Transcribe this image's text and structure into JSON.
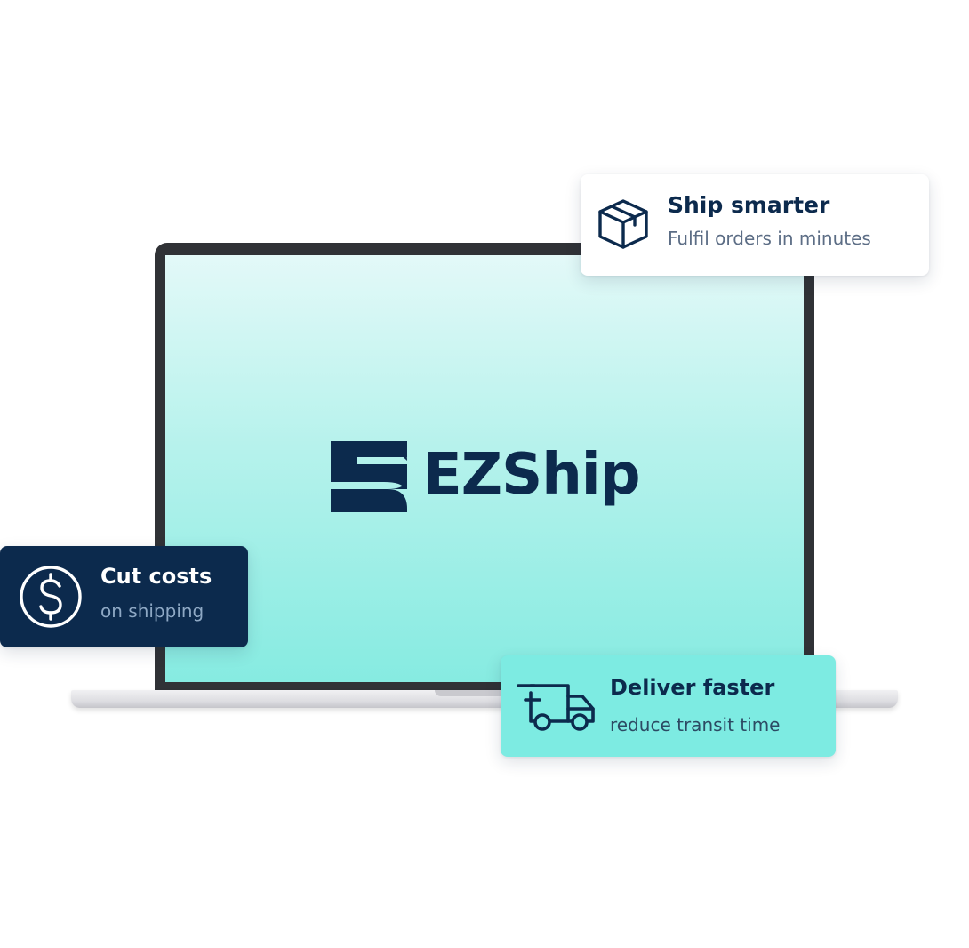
{
  "brand": {
    "name": "EZShip",
    "logo_icon": "ezship-logo-icon",
    "color": "#0c2a4d"
  },
  "cards": {
    "ship": {
      "icon": "package-box-icon",
      "title": "Ship smarter",
      "subtitle": "Fulfil orders in minutes",
      "background": "#ffffff"
    },
    "cut": {
      "icon": "dollar-circle-icon",
      "title": "Cut costs",
      "subtitle": "on shipping",
      "background": "#0c2a4d"
    },
    "deliver": {
      "icon": "delivery-truck-icon",
      "title": "Deliver faster",
      "subtitle": "reduce transit time",
      "background": "#7debe2"
    }
  },
  "colors": {
    "screen_top": "#e3f9f8",
    "screen_bottom": "#86ebe1",
    "navy": "#0c2a4d",
    "teal": "#7debe2"
  }
}
